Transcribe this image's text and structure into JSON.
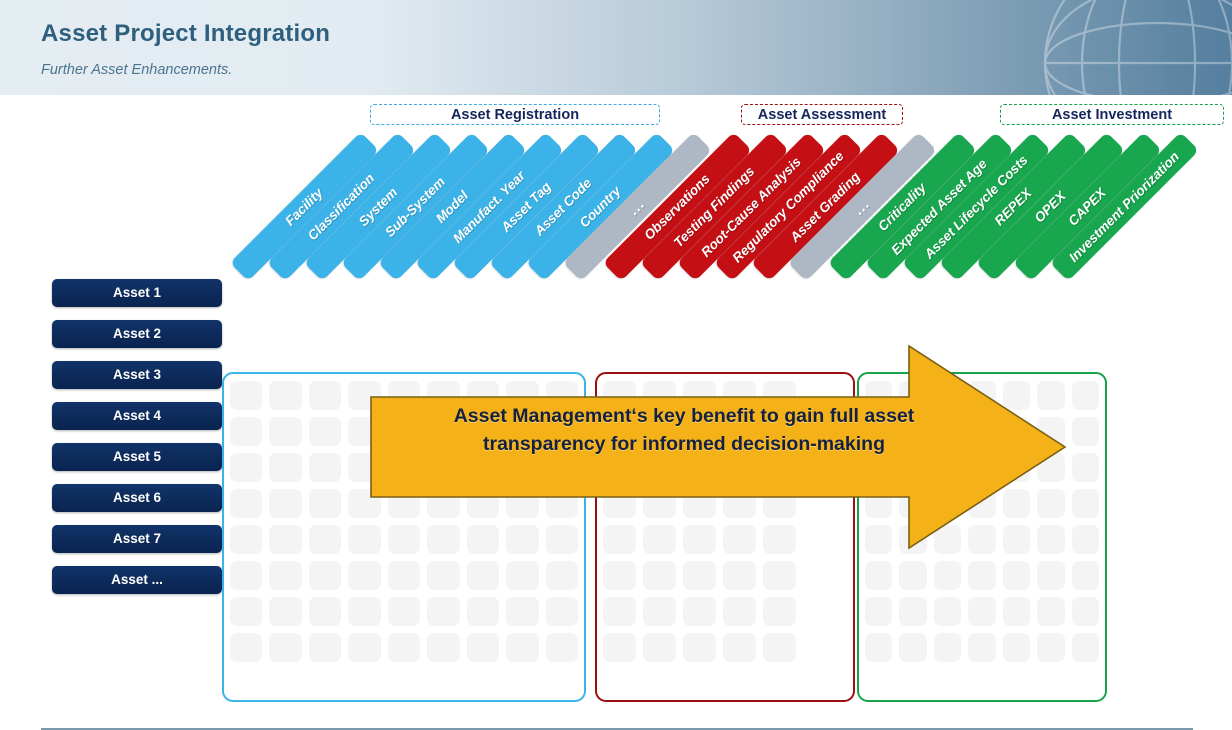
{
  "header": {
    "title": "Asset Project Integration",
    "subtitle": "Further Asset Enhancements.",
    "globe_icon": "globe-grid-icon",
    "gradient_from": "#e4edf2",
    "gradient_to": "#547f9e",
    "title_color": "#2e5f7e"
  },
  "sections": [
    {
      "id": "asset-registration",
      "label": "Asset Registration",
      "color": "#3cb3e8",
      "columns": [
        "Facility",
        "Classification",
        "System",
        "Sub-System",
        "Model",
        "Manufact. Year",
        "Asset Tag",
        "Asset Code",
        "Country"
      ],
      "separator": "...",
      "separator_color": "#aeb8c4",
      "grid_columns": 9
    },
    {
      "id": "asset-assessment",
      "label": "Asset Assessment",
      "color": "#c40f14",
      "columns": [
        "Observations",
        "Testing Findings",
        "Root-Cause Analysis",
        "Regulatory Compliance",
        "Asset Grading"
      ],
      "separator": "...",
      "separator_color": "#aeb8c4",
      "grid_columns": 5
    },
    {
      "id": "asset-investment",
      "label": "Asset Investment",
      "color": "#18a64e",
      "columns": [
        "Criticality",
        "Expected Asset Age",
        "Asset Lifecycle Costs",
        "REPEX",
        "OPEX",
        "CAPEX",
        "Investment Priorization"
      ],
      "separator": "",
      "separator_color": "#aeb8c4",
      "grid_columns": 7
    }
  ],
  "assets": [
    "Asset 1",
    "Asset 2",
    "Asset 3",
    "Asset 4",
    "Asset 5",
    "Asset 6",
    "Asset 7",
    "Asset ..."
  ],
  "asset_button_color": "#0d2a5a",
  "banner": {
    "line1": "Asset Management‘s key benefit to gain full asset",
    "line2": "transparency for informed decision-making",
    "fill_color": "#F5B218",
    "text_color": "#16213f",
    "shape": "right-arrow"
  },
  "grid": {
    "rows": 8,
    "cell_color": "#f4f4f5"
  },
  "footer": {
    "divider_color": "#7c98ad"
  }
}
